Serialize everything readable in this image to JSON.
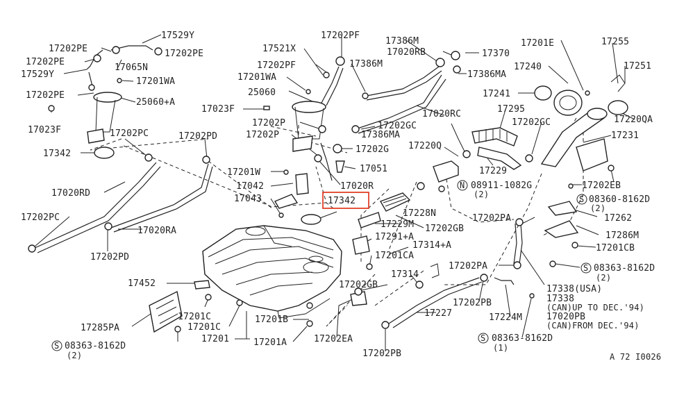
{
  "diagram": {
    "highlighted_part": "17342",
    "highlight_color": "#e0412a",
    "ink_color": "#222222",
    "background": "#ffffff",
    "figure_code": "A 72 I0026",
    "labels": [
      {
        "id": "l1",
        "text": "17529Y"
      },
      {
        "id": "l2",
        "text": "17202PE"
      },
      {
        "id": "l3",
        "text": "17202PE"
      },
      {
        "id": "l4",
        "text": "17202PE"
      },
      {
        "id": "l5",
        "text": "17065N"
      },
      {
        "id": "l6",
        "text": "17529Y"
      },
      {
        "id": "l7",
        "text": "17201WA"
      },
      {
        "id": "l8",
        "text": "17202PE"
      },
      {
        "id": "l9",
        "text": "25060+A"
      },
      {
        "id": "l10",
        "text": "17023F"
      },
      {
        "id": "l11",
        "text": "17202PC"
      },
      {
        "id": "l12",
        "text": "17342"
      },
      {
        "id": "l13",
        "text": "17202PD"
      },
      {
        "id": "l14",
        "text": "17020RD"
      },
      {
        "id": "l15",
        "text": "17202PC"
      },
      {
        "id": "l16",
        "text": "17020RA"
      },
      {
        "id": "l17",
        "text": "17202PD"
      },
      {
        "id": "l18",
        "text": "17521X"
      },
      {
        "id": "l19",
        "text": "17202PF"
      },
      {
        "id": "l20",
        "text": "17202PF"
      },
      {
        "id": "l21",
        "text": "17201WA"
      },
      {
        "id": "l22",
        "text": "17386M"
      },
      {
        "id": "l23",
        "text": "25060"
      },
      {
        "id": "l24",
        "text": "17023F"
      },
      {
        "id": "l25",
        "text": "17202P"
      },
      {
        "id": "l26",
        "text": "17202P"
      },
      {
        "id": "l27",
        "text": "17386M"
      },
      {
        "id": "l28",
        "text": "17020RB"
      },
      {
        "id": "l29",
        "text": "17370"
      },
      {
        "id": "l30",
        "text": "17386MA"
      },
      {
        "id": "l31",
        "text": "17020RC"
      },
      {
        "id": "l32",
        "text": "17202GC"
      },
      {
        "id": "l33",
        "text": "17386MA"
      },
      {
        "id": "l34",
        "text": "17202G"
      },
      {
        "id": "l35",
        "text": "17051"
      },
      {
        "id": "l36",
        "text": "17020R"
      },
      {
        "id": "l37",
        "text": "17201W"
      },
      {
        "id": "l38",
        "text": "17042"
      },
      {
        "id": "l39",
        "text": "17043"
      },
      {
        "id": "l40",
        "text": "17342"
      },
      {
        "id": "l41",
        "text": "17228N"
      },
      {
        "id": "l42",
        "text": "17229M"
      },
      {
        "id": "l43",
        "text": "17202GB"
      },
      {
        "id": "l44",
        "text": "17291+A"
      },
      {
        "id": "l45",
        "text": "17314+A"
      },
      {
        "id": "l46",
        "text": "17201CA"
      },
      {
        "id": "l47",
        "text": "17314"
      },
      {
        "id": "l48",
        "text": "17202GB"
      },
      {
        "id": "l49",
        "text": "17452"
      },
      {
        "id": "l50",
        "text": "17201C"
      },
      {
        "id": "l51",
        "text": "17201C"
      },
      {
        "id": "l52",
        "text": "17285PA"
      },
      {
        "id": "l53",
        "text": "08363-8162D"
      },
      {
        "id": "l54",
        "text": "(2)"
      },
      {
        "id": "l55",
        "text": "17201"
      },
      {
        "id": "l56",
        "text": "17201B"
      },
      {
        "id": "l57",
        "text": "17201A"
      },
      {
        "id": "l58",
        "text": "17202EA"
      },
      {
        "id": "l59",
        "text": "17202PB"
      },
      {
        "id": "l60",
        "text": "17227"
      },
      {
        "id": "l61",
        "text": "17202PB"
      },
      {
        "id": "l62",
        "text": "17224M"
      },
      {
        "id": "l63",
        "text": "08363-8162D"
      },
      {
        "id": "l64",
        "text": "(1)"
      },
      {
        "id": "l65",
        "text": "17202PA"
      },
      {
        "id": "l66",
        "text": "17202PA"
      },
      {
        "id": "l67",
        "text": "17295"
      },
      {
        "id": "l68",
        "text": "17220Q"
      },
      {
        "id": "l69",
        "text": "17229"
      },
      {
        "id": "l70",
        "text": "08911-1082G"
      },
      {
        "id": "l71",
        "text": "(2)"
      },
      {
        "id": "l72",
        "text": "17202GC"
      },
      {
        "id": "l73",
        "text": "17201E"
      },
      {
        "id": "l74",
        "text": "17255"
      },
      {
        "id": "l75",
        "text": "17240"
      },
      {
        "id": "l76",
        "text": "17251"
      },
      {
        "id": "l77",
        "text": "17241"
      },
      {
        "id": "l78",
        "text": "17220QA"
      },
      {
        "id": "l79",
        "text": "17231"
      },
      {
        "id": "l80",
        "text": "17202EB"
      },
      {
        "id": "l81",
        "text": "08360-8162D"
      },
      {
        "id": "l82",
        "text": "(2)"
      },
      {
        "id": "l83",
        "text": "17262"
      },
      {
        "id": "l84",
        "text": "17286M"
      },
      {
        "id": "l85",
        "text": "17201CB"
      },
      {
        "id": "l86",
        "text": "08363-8162D"
      },
      {
        "id": "l87",
        "text": "(2)"
      },
      {
        "id": "l88",
        "text": "17338(USA)"
      },
      {
        "id": "l89",
        "text": "17338"
      },
      {
        "id": "l90",
        "text": "(CAN)UP TO DEC.'94)"
      },
      {
        "id": "l91",
        "text": "17020PB"
      },
      {
        "id": "l92",
        "text": "(CAN)FROM DEC.'94)"
      }
    ]
  }
}
